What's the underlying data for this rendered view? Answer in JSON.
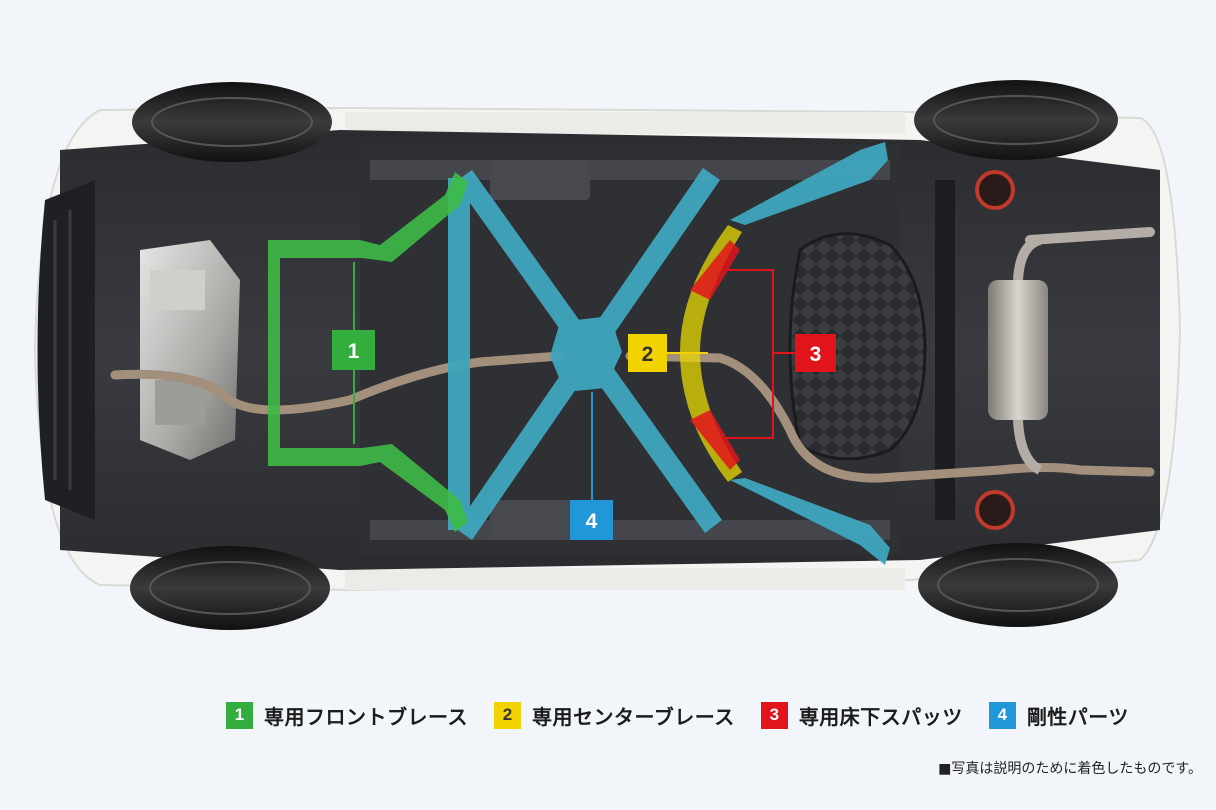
{
  "colors": {
    "background": "#f2f5fa",
    "part1": "#33ad3e",
    "part2": "#f2d300",
    "part3": "#e1141c",
    "part4": "#1f97d8",
    "brace_teal": "#3fa7be"
  },
  "callouts": {
    "c1": "1",
    "c2": "2",
    "c3": "3",
    "c4": "4"
  },
  "legend": [
    {
      "number": "1",
      "label": "専用フロントブレース",
      "color": "#33ad3e"
    },
    {
      "number": "2",
      "label": "専用センターブレース",
      "color": "#f2d300"
    },
    {
      "number": "3",
      "label": "専用床下スパッツ",
      "color": "#e1141c"
    },
    {
      "number": "4",
      "label": "剛性パーツ",
      "color": "#1f97d8"
    }
  ],
  "note": "■写真は説明のために着色したものです。"
}
